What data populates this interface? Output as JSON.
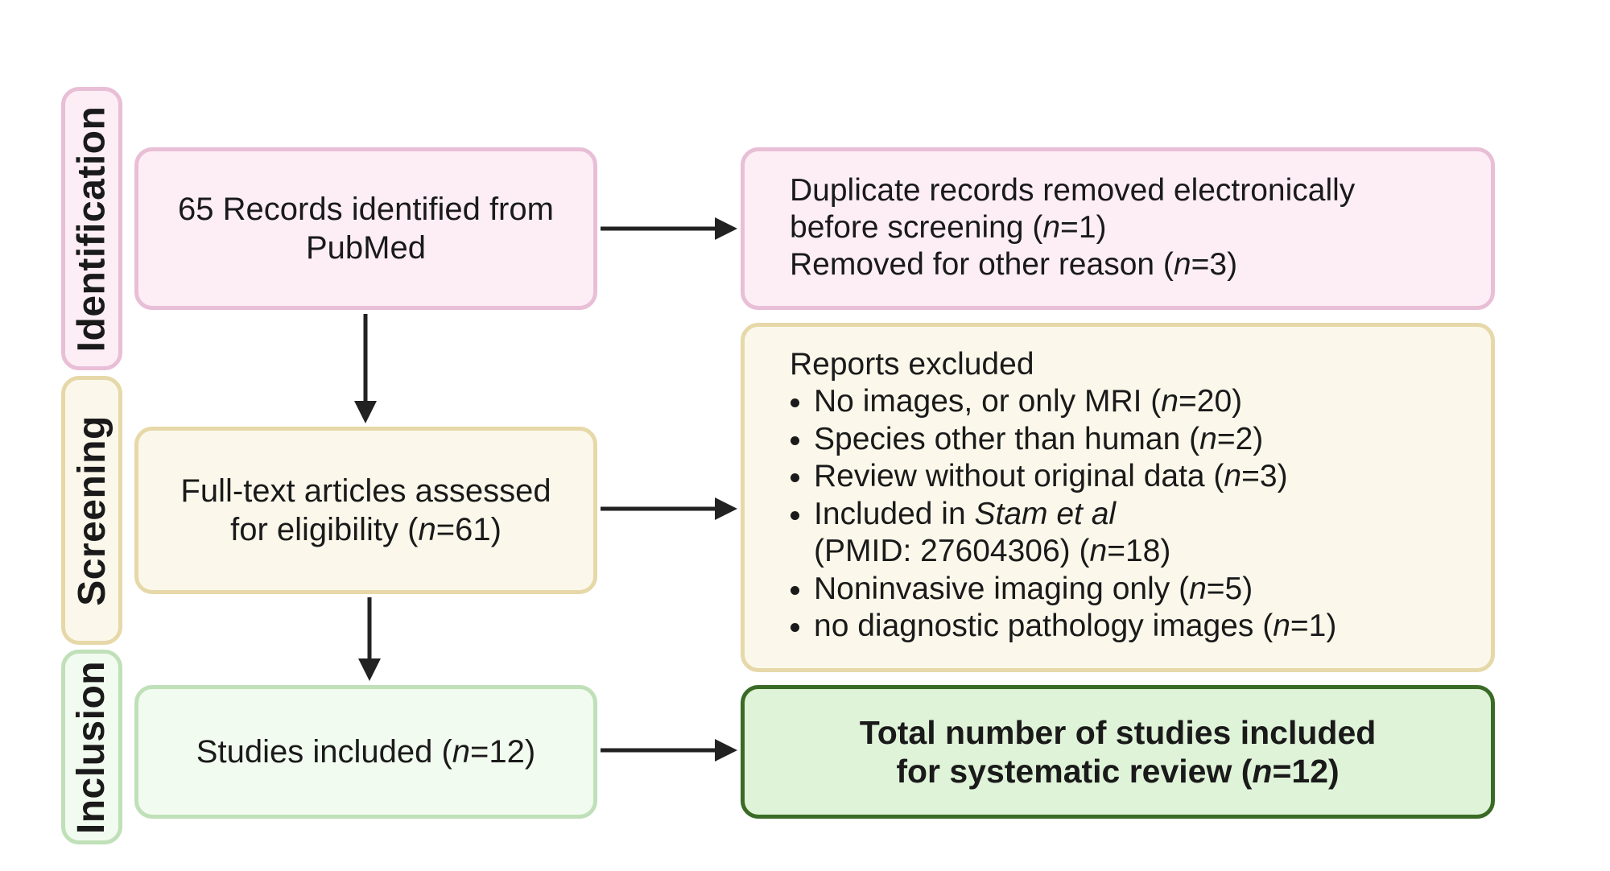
{
  "phases": {
    "identification": "Identification",
    "screening": "Screening",
    "inclusion": "Inclusion"
  },
  "left": {
    "records": {
      "line1": "65 Records identified from",
      "line2": "PubMed"
    },
    "fulltext": {
      "line1": "Full-text articles assessed",
      "line2_pre": "for eligibility (",
      "n": "n",
      "line2_post": "=61)"
    },
    "included": {
      "pre": "Studies included (",
      "n": "n",
      "post": "=12)"
    }
  },
  "right": {
    "removed": {
      "line1": "Duplicate records removed electronically",
      "line2_pre": "before screening (",
      "line2_n": "n",
      "line2_post": "=1)",
      "line3_pre": "Removed for other reason (",
      "line3_n": "n",
      "line3_post": "=3)"
    },
    "excluded": {
      "title": "Reports excluded",
      "items": [
        {
          "pre": "No images, or only MRI (",
          "n": "n",
          "post": "=20)"
        },
        {
          "pre": "Species other than human (",
          "n": "n",
          "post": "=2)"
        },
        {
          "pre": "Review without original data (",
          "n": "n",
          "post": "=3)"
        },
        {
          "pre": "Included in ",
          "ital": "Stam et al",
          "line2_pre": "(PMID: 27604306) (",
          "n": "n",
          "post": "=18)"
        },
        {
          "pre": "Noninvasive imaging only (",
          "n": "n",
          "post": "=5)"
        },
        {
          "pre": "no diagnostic pathology images (",
          "n": "n",
          "post": "=1)"
        }
      ]
    },
    "total": {
      "line1": "Total number of studies included",
      "line2_pre": "for systematic review (",
      "n": "n",
      "line2_post": "=12)"
    }
  },
  "colors": {
    "identification": "#fdeef6",
    "screening": "#fbf8eb",
    "inclusion": "#f2fbef",
    "final": "#dff3d8",
    "final_border": "#3a6b26",
    "arrow": "#222222"
  }
}
